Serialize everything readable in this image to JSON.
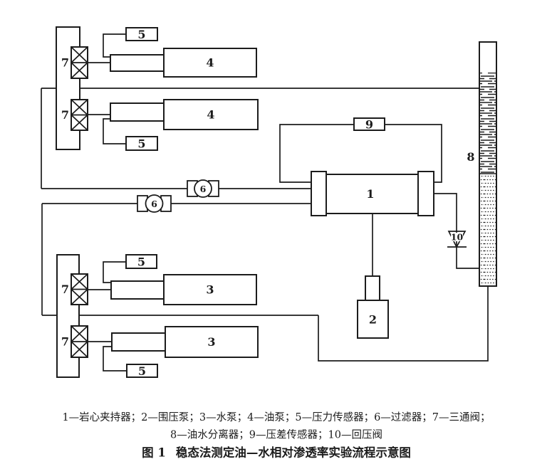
{
  "figure": {
    "colors": {
      "ink": "#1c1c1c",
      "paper": "#ffffff"
    },
    "labels": {
      "core_holder": "1",
      "confining_pump": "2",
      "water_pump": "3",
      "oil_pump": "4",
      "pressure_sensor": "5",
      "filter": "6",
      "three_way_valve": "7",
      "oil_water_separator": "8",
      "dp_sensor": "9",
      "back_pressure_valve": "10"
    },
    "caption": {
      "legend_line1": "1—岩心夹持器；2—围压泵；3—水泵；4—油泵；5—压力传感器；6—过滤器；7—三通阀；",
      "legend_line2": "8—油水分离器；9—压差传感器；10—回压阀",
      "figure_number": "图 1",
      "title": "稳态法测定油—水相对渗透率实验流程示意图"
    }
  }
}
